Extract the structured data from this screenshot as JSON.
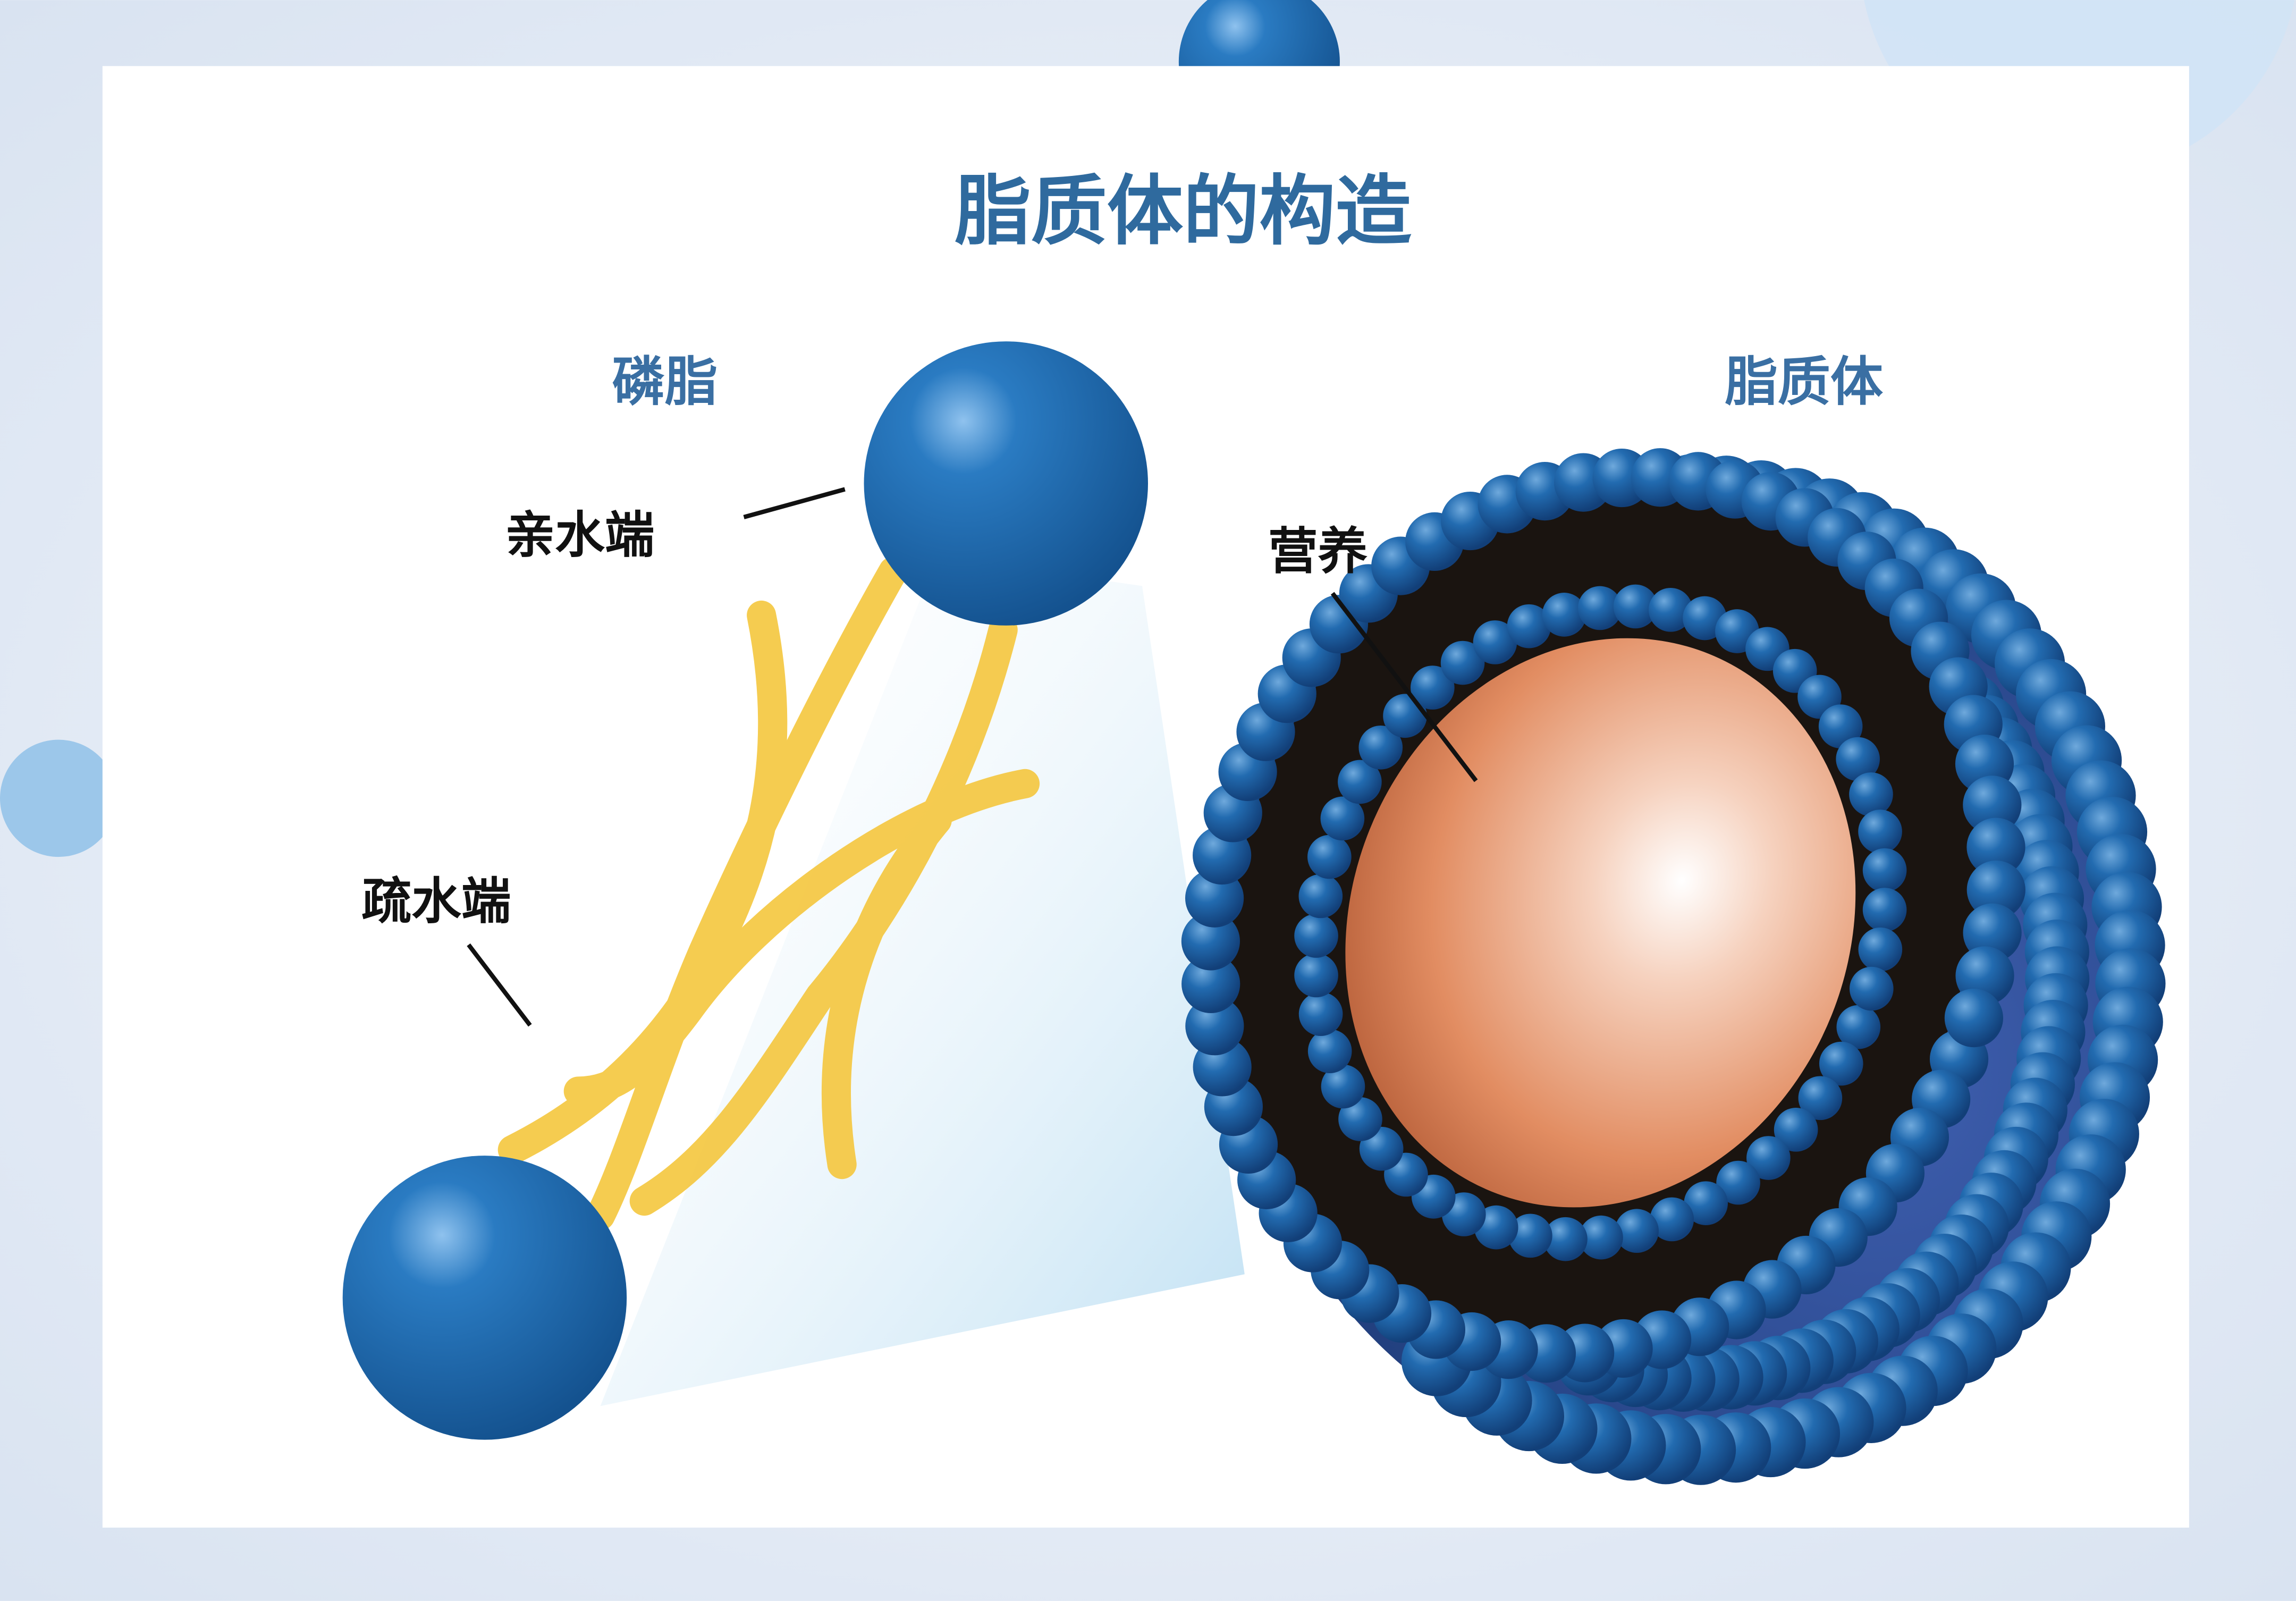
{
  "title": "脂质体的构造",
  "left": {
    "heading": "磷脂",
    "hydrophilic_label": "亲水端",
    "hydrophobic_label": "疏水端"
  },
  "right": {
    "heading": "脂质体",
    "nutrient_label": "营养"
  },
  "colors": {
    "title": "#2f6a9e",
    "sphere": "#1f6aae",
    "tail": "#f5c842",
    "core": "#e08a5e"
  }
}
